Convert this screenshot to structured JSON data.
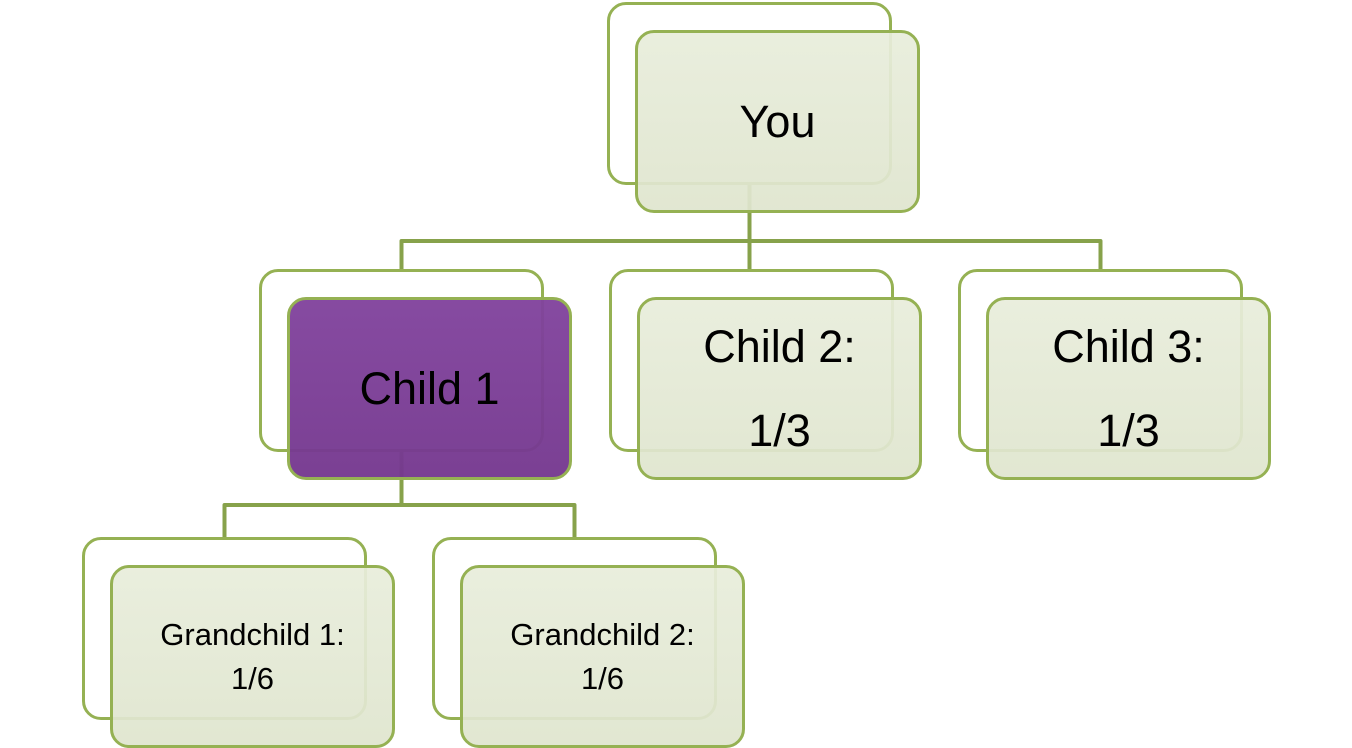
{
  "diagram": {
    "kind": "inheritance-hierarchy-smartart",
    "nodes": {
      "you": {
        "lines": [
          "You"
        ],
        "highlighted": false
      },
      "child1": {
        "lines": [
          "Child 1"
        ],
        "highlighted": true
      },
      "child2": {
        "lines": [
          "Child 2:",
          "1/3"
        ],
        "highlighted": false
      },
      "child3": {
        "lines": [
          "Child 3:",
          "1/3"
        ],
        "highlighted": false
      },
      "grandchild1": {
        "lines": [
          "Grandchild 1:",
          "1/6"
        ],
        "highlighted": false
      },
      "grandchild2": {
        "lines": [
          "Grandchild 2:",
          "1/6"
        ],
        "highlighted": false
      }
    },
    "edges": [
      {
        "from": "you",
        "to": "child1"
      },
      {
        "from": "you",
        "to": "child2"
      },
      {
        "from": "you",
        "to": "child3"
      },
      {
        "from": "child1",
        "to": "grandchild1"
      },
      {
        "from": "child1",
        "to": "grandchild2"
      }
    ]
  },
  "colors": {
    "node_border": "#95b153",
    "node_fill": "#e4e9d4",
    "highlight_fill": "#7d4199",
    "connector": "#87a24b",
    "back_fill": "#ffffff",
    "text": "#000000",
    "bg": "#ffffff"
  }
}
